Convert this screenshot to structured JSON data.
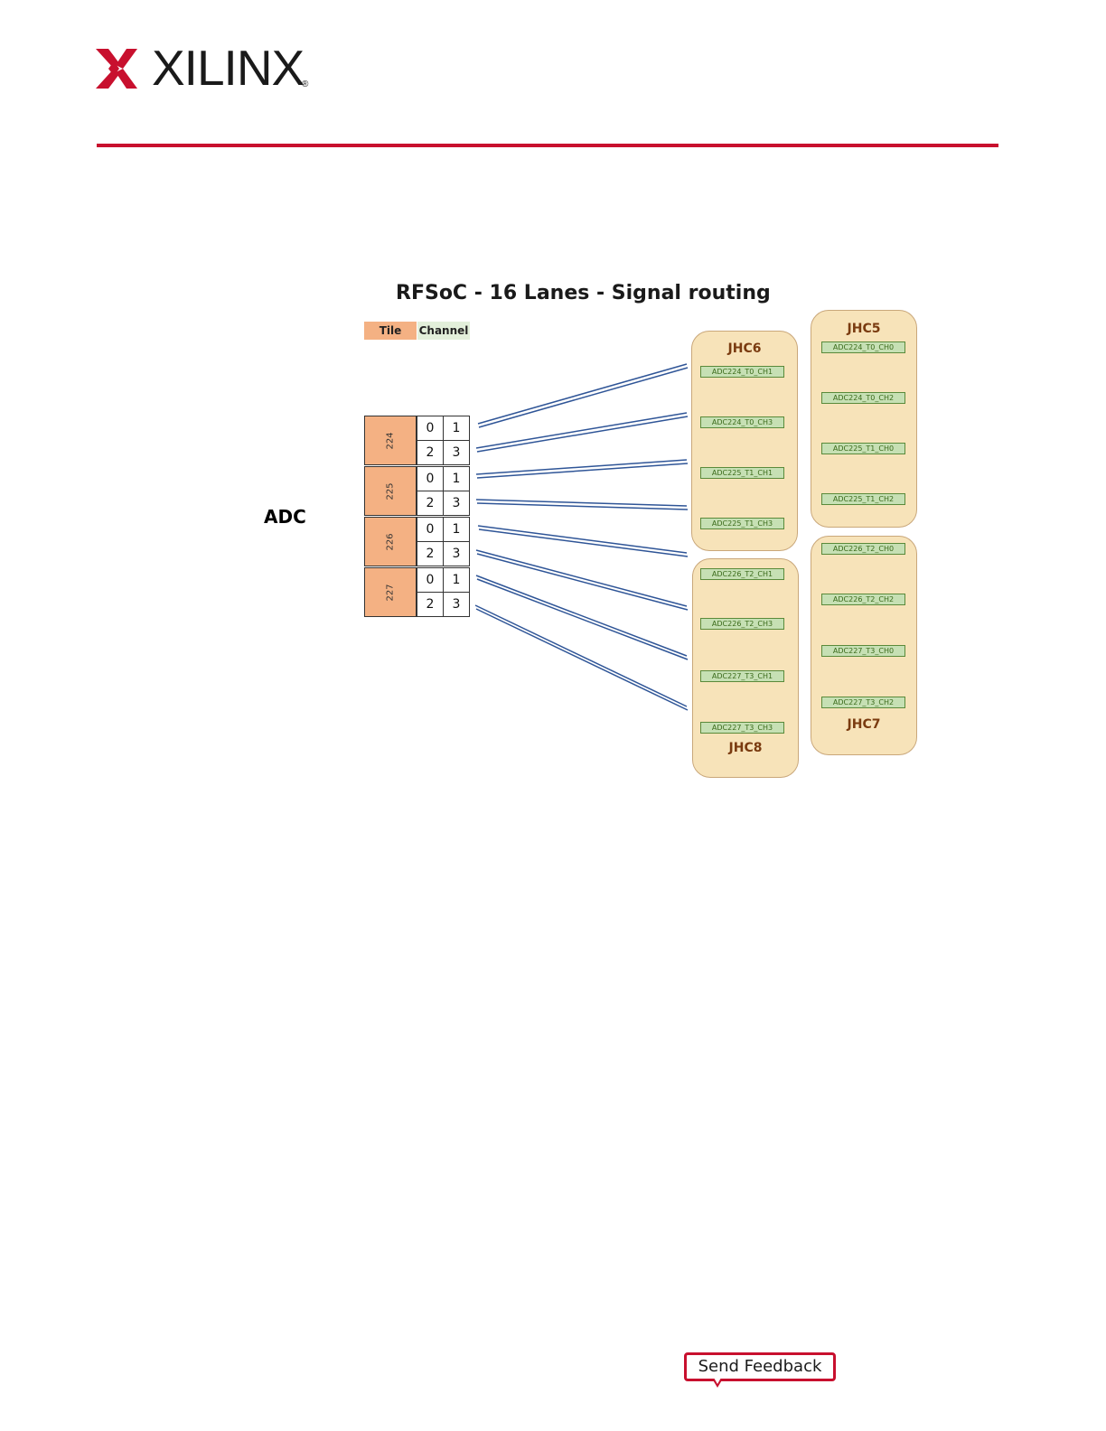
{
  "header": {
    "brand": "XILINX",
    "registered_mark": "®"
  },
  "diagram": {
    "title": "RFSoC - 16 Lanes - Signal routing",
    "legend": {
      "tile": "Tile",
      "channel": "Channel"
    },
    "section_label": "ADC",
    "tiles": [
      {
        "name": "224",
        "channels": [
          "0",
          "1",
          "2",
          "3"
        ]
      },
      {
        "name": "225",
        "channels": [
          "0",
          "1",
          "2",
          "3"
        ]
      },
      {
        "name": "226",
        "channels": [
          "0",
          "1",
          "2",
          "3"
        ]
      },
      {
        "name": "227",
        "channels": [
          "0",
          "1",
          "2",
          "3"
        ]
      }
    ],
    "connectors": [
      {
        "name": "JHC6",
        "signals": [
          "ADC224_T0_CH1",
          "ADC224_T0_CH3",
          "ADC225_T1_CH1",
          "ADC225_T1_CH3"
        ]
      },
      {
        "name": "JHC5",
        "signals": [
          "ADC224_T0_CH0",
          "ADC224_T0_CH2",
          "ADC225_T1_CH0",
          "ADC225_T1_CH2"
        ]
      },
      {
        "name": "JHC8",
        "signals": [
          "ADC226_T2_CH1",
          "ADC226_T2_CH3",
          "ADC227_T3_CH1",
          "ADC227_T3_CH3"
        ]
      },
      {
        "name": "JHC7",
        "signals": [
          "ADC226_T2_CH0",
          "ADC226_T2_CH2",
          "ADC227_T3_CH0",
          "ADC227_T3_CH2"
        ]
      }
    ],
    "colors": {
      "tile": "#f4b183",
      "channel": "#e2efda",
      "connector": "#f7e3b9",
      "signal": "#c6e0b4",
      "line": "#2f5597"
    }
  },
  "footer": {
    "feedback_label": "Send Feedback"
  },
  "colors": {
    "accent": "#c8102e"
  }
}
